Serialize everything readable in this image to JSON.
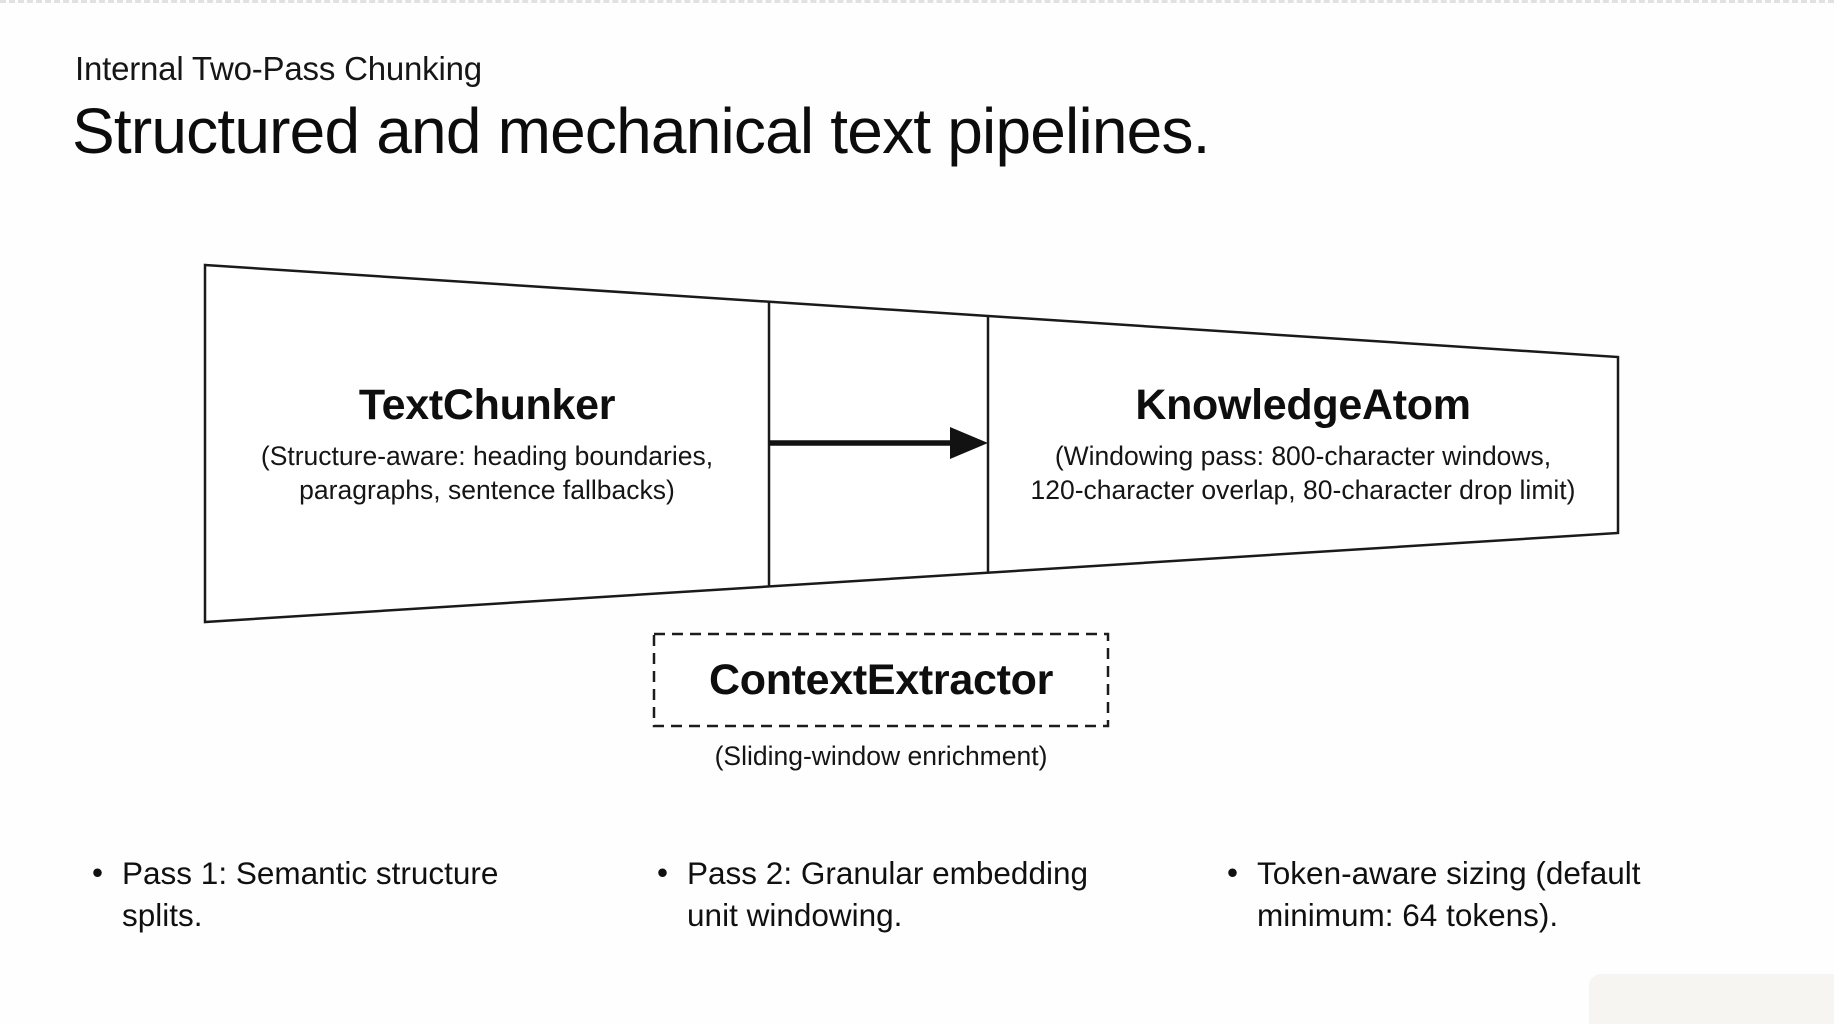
{
  "page": {
    "eyebrow": "Internal Two-Pass Chunking",
    "title": "Structured and mechanical text pipelines."
  },
  "diagram": {
    "type": "funnel-pipeline",
    "stroke_color": "#1a1a1a",
    "background_color": "#ffffff",
    "nodes": [
      {
        "id": "text-chunker",
        "title": "TextChunker",
        "subtitle": "(Structure-aware: heading boundaries,\nparagraphs, sentence fallbacks)"
      },
      {
        "id": "knowledge-atom",
        "title": "KnowledgeAtom",
        "subtitle": "(Windowing pass: 800-character windows,\n120-character overlap, 80-character drop limit)"
      },
      {
        "id": "context-extractor",
        "title": "ContextExtractor",
        "subtitle": "(Sliding-window enrichment)"
      }
    ],
    "arrow": {
      "from": "TextChunker",
      "to": "KnowledgeAtom"
    }
  },
  "bullets": [
    {
      "text": "Pass 1: Semantic structure\nsplits."
    },
    {
      "text": "Pass 2: Granular embedding\nunit windowing."
    },
    {
      "text": "Token-aware sizing (default\nminimum: 64 tokens)."
    }
  ],
  "glyphs": {
    "bullet": "•"
  }
}
